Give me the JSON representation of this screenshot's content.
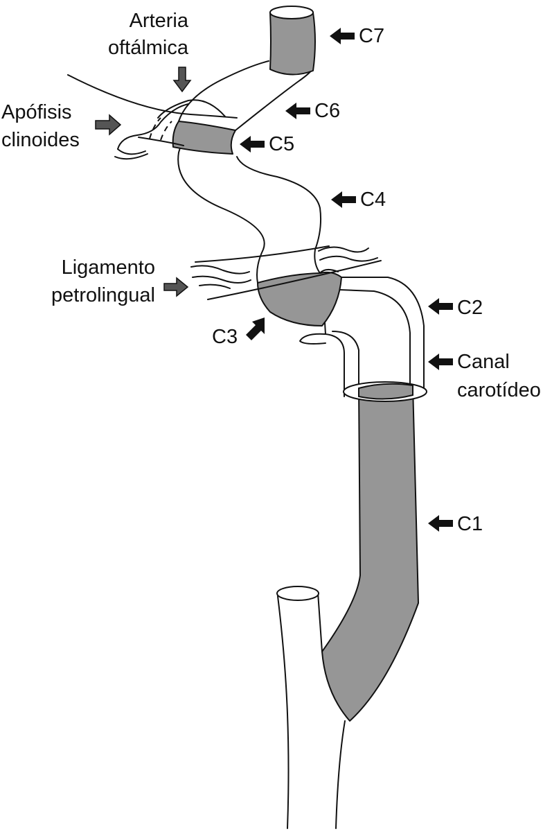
{
  "colors": {
    "segment_fill": "#969696",
    "label_arrow": "#111111",
    "pointer_arrow": "#555555",
    "outline": "#111111"
  },
  "labels": {
    "arteria_oftalmica": [
      "Arteria",
      "oftálmica"
    ],
    "apofisis_clinoides": [
      "Apófisis",
      "clinoides"
    ],
    "ligamento_petrolingual": [
      "Ligamento",
      "petrolingual"
    ],
    "canal_carotideo": [
      "Canal",
      "carotídeo"
    ],
    "c7": "C7",
    "c6": "C6",
    "c5": "C5",
    "c4": "C4",
    "c3": "C3",
    "c2": "C2",
    "c1": "C1"
  }
}
